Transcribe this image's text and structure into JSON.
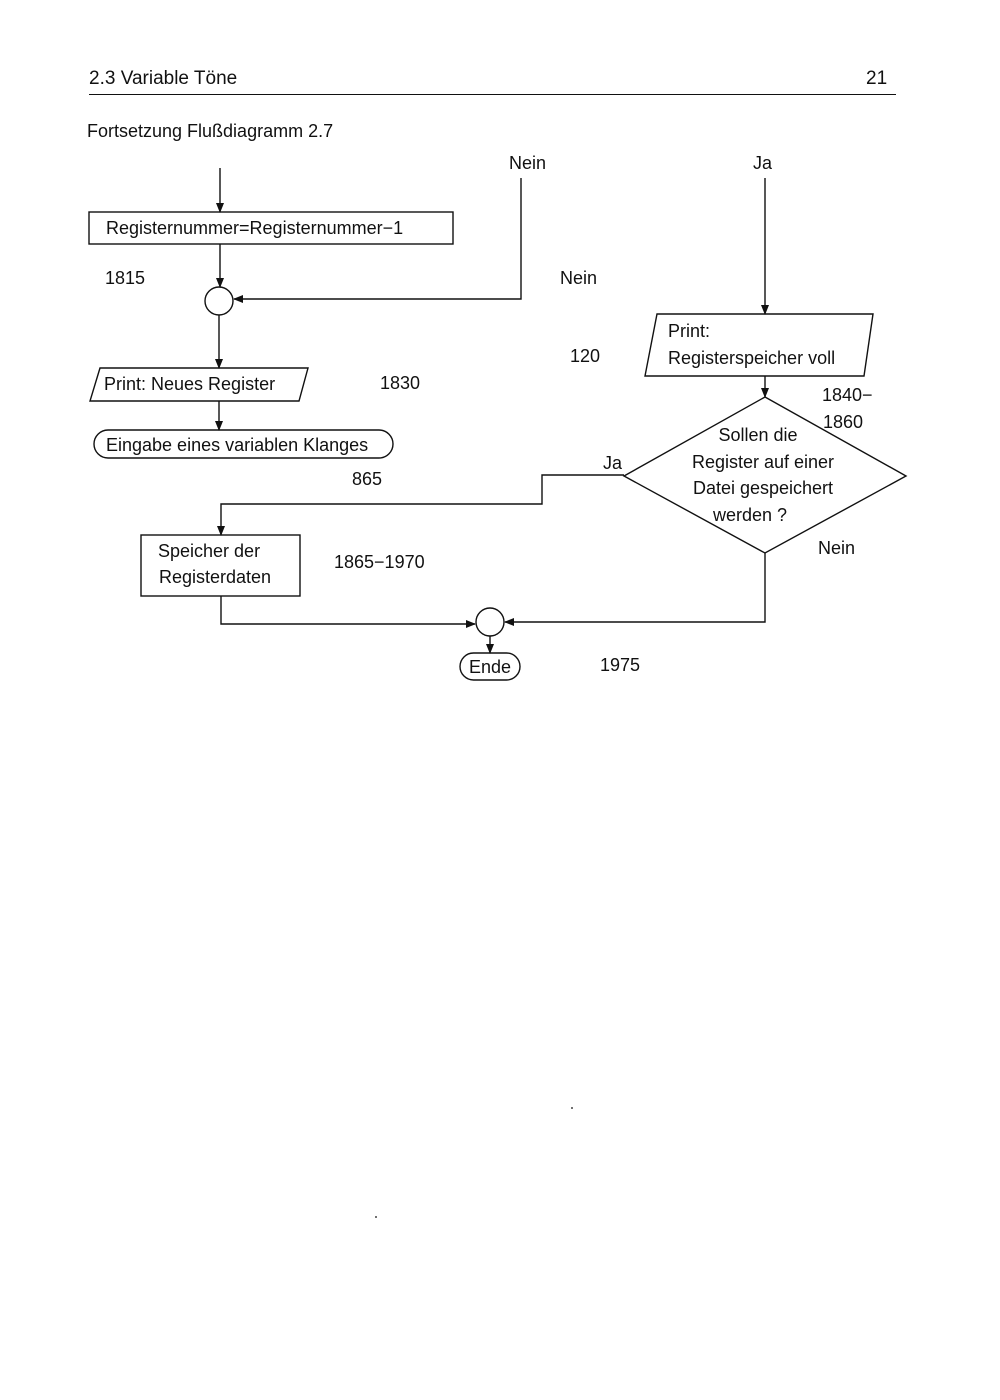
{
  "header": {
    "section": "2.3  Variable Töne",
    "page_number": "21"
  },
  "caption": "Fortsetzung Flußdiagramm 2.7",
  "flowchart": {
    "process_decrement": "Registernummer=Registernummer−1",
    "io_new_register": "Print: Neues Register",
    "terminal_input": "Eingabe eines variablen Klanges",
    "process_save_line1": "Speicher der",
    "process_save_line2": "Registerdaten",
    "terminal_end": "Ende",
    "io_full_line1": "Print:",
    "io_full_line2": "Registerspeicher voll",
    "decision_line1": "Sollen die",
    "decision_line2": "Register auf einer",
    "decision_line3": "Datei gespeichert",
    "decision_line4": "werden ?",
    "labels": {
      "nein_top": "Nein",
      "ja_top": "Ja",
      "nein_mid": "Nein",
      "ja_decision": "Ja",
      "nein_decision": "Nein"
    },
    "line_numbers": {
      "n1815": "1815",
      "n120": "120",
      "n1830": "1830",
      "n1840": "1840−",
      "n1860": "1860",
      "n865": "865",
      "n1865": "1865−1970",
      "n1975": "1975"
    }
  }
}
